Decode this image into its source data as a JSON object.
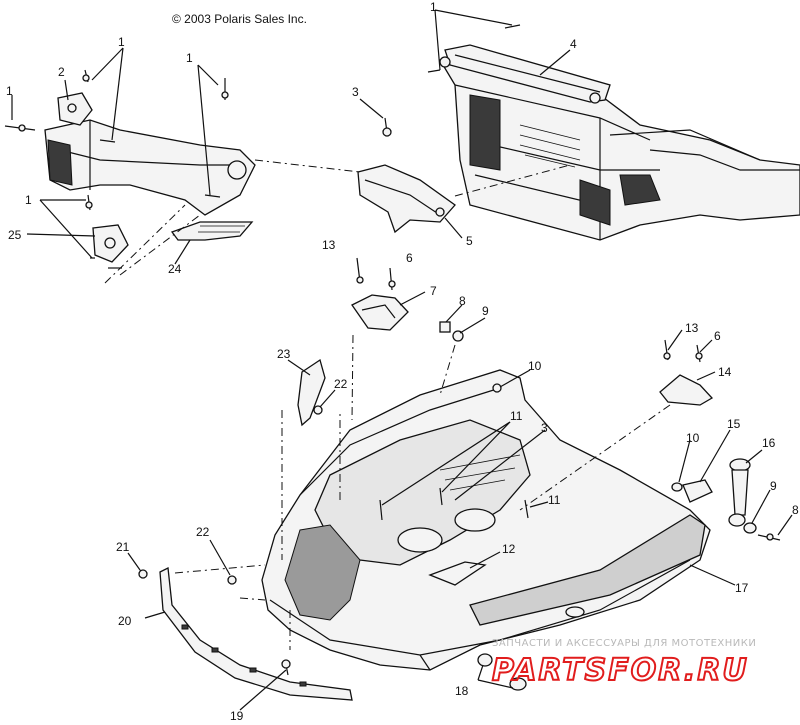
{
  "copyright": "© 2003 Polaris Sales Inc.",
  "watermark": {
    "caption": "ЗАПЧАСТИ И АКСЕССУАРЫ ДЛЯ МОТОТЕХНИКИ",
    "brand": "PARTSFOR.RU",
    "color": "#e11d1d"
  },
  "callouts": [
    {
      "id": "c1a",
      "text": "1"
    },
    {
      "id": "c1b",
      "text": "1"
    },
    {
      "id": "c1c",
      "text": "1"
    },
    {
      "id": "c1d",
      "text": "1"
    },
    {
      "id": "c1e",
      "text": "1"
    },
    {
      "id": "c2",
      "text": "2"
    },
    {
      "id": "c3a",
      "text": "3"
    },
    {
      "id": "c3b",
      "text": "3"
    },
    {
      "id": "c4",
      "text": "4"
    },
    {
      "id": "c5",
      "text": "5"
    },
    {
      "id": "c6a",
      "text": "6"
    },
    {
      "id": "c6b",
      "text": "6"
    },
    {
      "id": "c7",
      "text": "7"
    },
    {
      "id": "c8a",
      "text": "8"
    },
    {
      "id": "c8b",
      "text": "8"
    },
    {
      "id": "c9a",
      "text": "9"
    },
    {
      "id": "c9b",
      "text": "9"
    },
    {
      "id": "c10a",
      "text": "10"
    },
    {
      "id": "c10b",
      "text": "10"
    },
    {
      "id": "c11a",
      "text": "11"
    },
    {
      "id": "c11b",
      "text": "11"
    },
    {
      "id": "c12",
      "text": "12"
    },
    {
      "id": "c13a",
      "text": "13"
    },
    {
      "id": "c13b",
      "text": "13"
    },
    {
      "id": "c14",
      "text": "14"
    },
    {
      "id": "c15",
      "text": "15"
    },
    {
      "id": "c16",
      "text": "16"
    },
    {
      "id": "c17",
      "text": "17"
    },
    {
      "id": "c18",
      "text": "18"
    },
    {
      "id": "c19",
      "text": "19"
    },
    {
      "id": "c20",
      "text": "20"
    },
    {
      "id": "c21",
      "text": "21"
    },
    {
      "id": "c22a",
      "text": "22"
    },
    {
      "id": "c22b",
      "text": "22"
    },
    {
      "id": "c23",
      "text": "23"
    },
    {
      "id": "c24",
      "text": "24"
    },
    {
      "id": "c25",
      "text": "25"
    }
  ]
}
